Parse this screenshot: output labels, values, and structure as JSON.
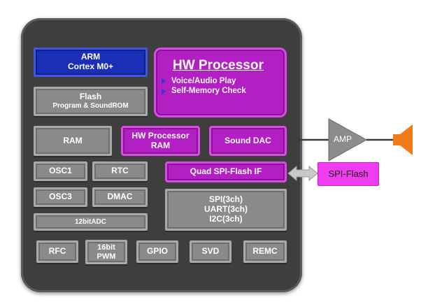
{
  "blocks": {
    "arm": [
      "ARM",
      "Cortex M0+"
    ],
    "hw_processor": {
      "title": "HW Processor",
      "features": [
        "Voice/Audio Play",
        "Self-Memory Check"
      ]
    },
    "flash": [
      "Flash",
      "Program & SoundROM"
    ],
    "ram": "RAM",
    "hw_processor_ram": [
      "HW Processor",
      "RAM"
    ],
    "sound_dac": "Sound DAC",
    "osc1": "OSC1",
    "rtc": "RTC",
    "quad_spi_flash_if": "Quad SPI-Flash IF",
    "osc3": "OSC3",
    "dmac": "DMAC",
    "serial": [
      "SPI(3ch)",
      "UART(3ch)",
      "I2C(3ch)"
    ],
    "adc": "12bitADC",
    "rfc": "RFC",
    "pwm": [
      "16bit",
      "PWM"
    ],
    "gpio": "GPIO",
    "svd": "SVD",
    "remc": "REMC"
  },
  "external": {
    "amp": "AMP",
    "spi_flash": "SPI-Flash",
    "speaker_icon": "speaker-icon"
  },
  "colors": {
    "chip_body": "#3e3e3e",
    "gray_block": "#8a8a8a",
    "purple_block": "#b21fc2",
    "arm_block": "#1a2fb8",
    "spi_flash": "#f03cf0",
    "amp": "#8c8c8c",
    "speaker": "#f07a1a"
  }
}
